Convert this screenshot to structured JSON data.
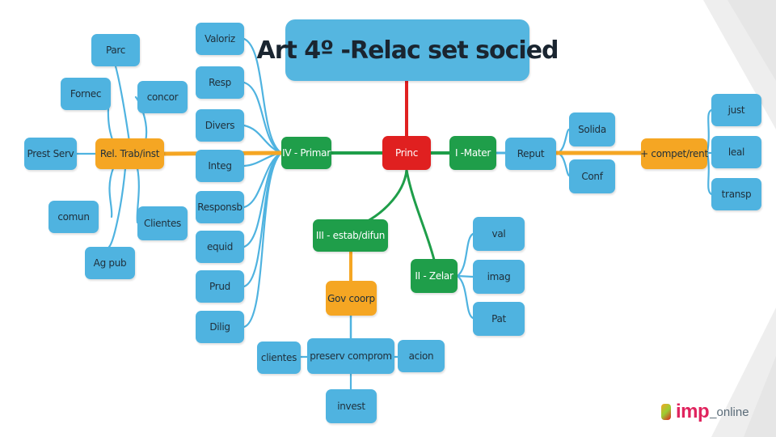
{
  "title": "Art 4º -Relac set socied",
  "center": "Princ",
  "branches": {
    "primar": "IV - Primar",
    "mater": "I -Mater",
    "estab": "III - estab/difun",
    "zelar": "II - Zelar"
  },
  "primar_items": [
    "Valoriz",
    "Resp",
    "Divers",
    "Integ",
    "Responsb",
    "equid",
    "Prud",
    "Dilig"
  ],
  "rel": {
    "label": "Rel. Trab/inst",
    "items": [
      "Parc",
      "Fornec",
      "concor",
      "Prest Serv",
      "comun",
      "Clientes",
      "Ag pub"
    ]
  },
  "reput": {
    "label": "Reput",
    "items": [
      "Solida",
      "Conf"
    ],
    "compet": "+ compet/rent",
    "compet_items": [
      "just",
      "leal",
      "transp"
    ]
  },
  "zelar_items": [
    "val",
    "imag",
    "Pat"
  ],
  "gov": {
    "label": "Gov coorp",
    "preserv": "preserv comprom",
    "preserv_items": [
      "clientes",
      "acion",
      "invest"
    ]
  },
  "logo": {
    "main": "imp",
    "sub": "_online"
  },
  "colors": {
    "blue": "#4fb3e0",
    "green": "#1f9e4a",
    "orange": "#f5a623",
    "red": "#e02020",
    "logo": "#e0245e"
  }
}
